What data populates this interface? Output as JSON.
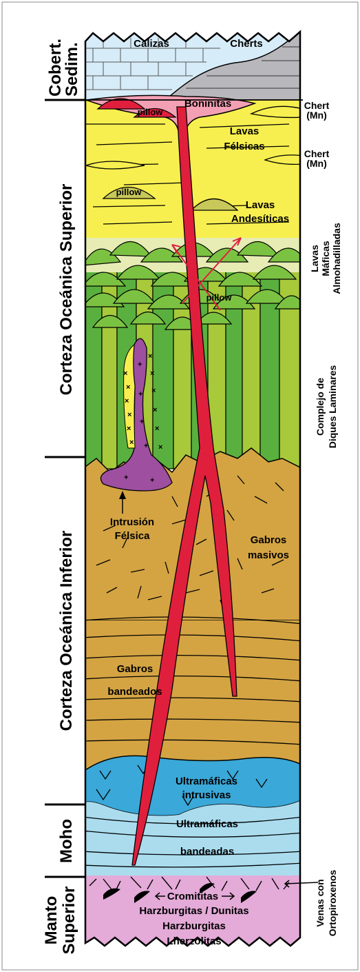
{
  "zones": {
    "cobertera": [
      "Cobert.",
      "Sedim."
    ],
    "corteza_superior": "Corteza Oceánica Superior",
    "corteza_inferior": "Corteza Oceánica Inferior",
    "moho": "Moho",
    "manto": [
      "Manto",
      "Superior"
    ]
  },
  "labels": {
    "calizas": "Calizas",
    "cherts": "Cherts",
    "boninitas": "Boninitas",
    "pillow": "pillow",
    "lavas_felsicas": [
      "Lavas",
      "Félsicas"
    ],
    "lavas_andesiticas": [
      "Lavas",
      "Andesíticas"
    ],
    "intrusion_felsica": [
      "Intrusión",
      "Félsica"
    ],
    "gabros_masivos": [
      "Gabros",
      "masivos"
    ],
    "gabros_bandeados": [
      "Gabros",
      "bandeados"
    ],
    "ultramaficas_intrusivas": [
      "Ultramáficas",
      "intrusivas"
    ],
    "ultramaficas_bandeadas": [
      "Ultramáficas",
      "bandeadas"
    ],
    "cromititas": "Cromititas",
    "harzburgitas_dunitas": "Harzburgitas / Dunitas",
    "harzburgitas": "Harzburgitas",
    "lherzolitas": "Lherzolitas"
  },
  "right_labels": {
    "chert_mn": [
      "Chert",
      "(Mn)"
    ],
    "lavas_maficas": [
      "Lavas",
      "Máficas",
      "Almohadilladas"
    ],
    "complejo_diques": [
      "Complejo de",
      "Diques Laminares"
    ],
    "venas": [
      "Venas con",
      "Ortopiroxenos"
    ]
  },
  "colors": {
    "caliza": "#d6ecf8",
    "chert": "#b8b8bc",
    "lavas_yellow": "#f7ef4f",
    "lavas_pale": "#e6ecb4",
    "pillow_green": "#7cc242",
    "dike_green": "#5ab03e",
    "dike_yellowgreen": "#a7c93a",
    "gabbro": "#d4a443",
    "ultramafic_intrusive": "#3aa8d8",
    "ultramafic_banded": "#aadcee",
    "mantle": "#e4aad8",
    "magma_red": "#e01f3d",
    "boninite_pink": "#f4a0b4",
    "felsic_purple": "#9e4fa0"
  }
}
